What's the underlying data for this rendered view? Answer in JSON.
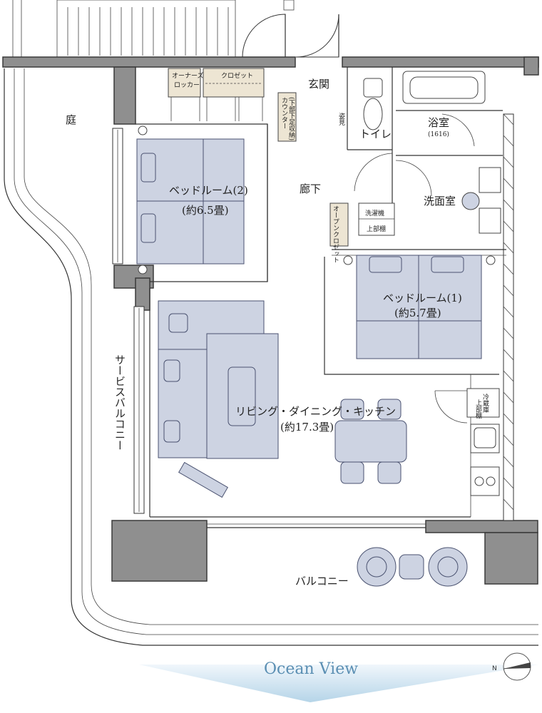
{
  "rooms": {
    "garden": "庭",
    "entrance": "玄関",
    "owners_locker_1": "オーナーズ",
    "owners_locker_2": "ロッカー",
    "closet": "クロゼット",
    "counter_1": "カウンター",
    "counter_2": "(下部下足収納)",
    "mirror": "姿見",
    "toilet": "トイレ",
    "bath": "浴室",
    "bath_size": "(1616)",
    "washroom": "洗面室",
    "hallway": "廊下",
    "bedroom2": "ベッドルーム(2)",
    "bedroom2_size": "(約6.5畳)",
    "open_closet": "オープンクロゼット",
    "washer": "洗濯機",
    "upper_shelf": "上部棚",
    "bedroom1": "ベッドルーム(1)",
    "bedroom1_size": "(約5.7畳)",
    "ldk": "リビング・ダイニング・キッチン",
    "ldk_size": "(約17.3畳)",
    "fridge_1": "冷蔵庫",
    "fridge_2": "上部棚",
    "service_balcony": "サービスバルコニー",
    "balcony": "バルコニー"
  },
  "footer": {
    "ocean_view": "Ocean View",
    "compass_label": "N"
  },
  "colors": {
    "wall": "#8f8f8f",
    "furniture": "#cdd3e2",
    "closet": "#ede5d3",
    "ocean_text": "#5b8fb3"
  },
  "icons": [
    "compass-icon",
    "view-arrow-icon",
    "door-swing-icon"
  ]
}
